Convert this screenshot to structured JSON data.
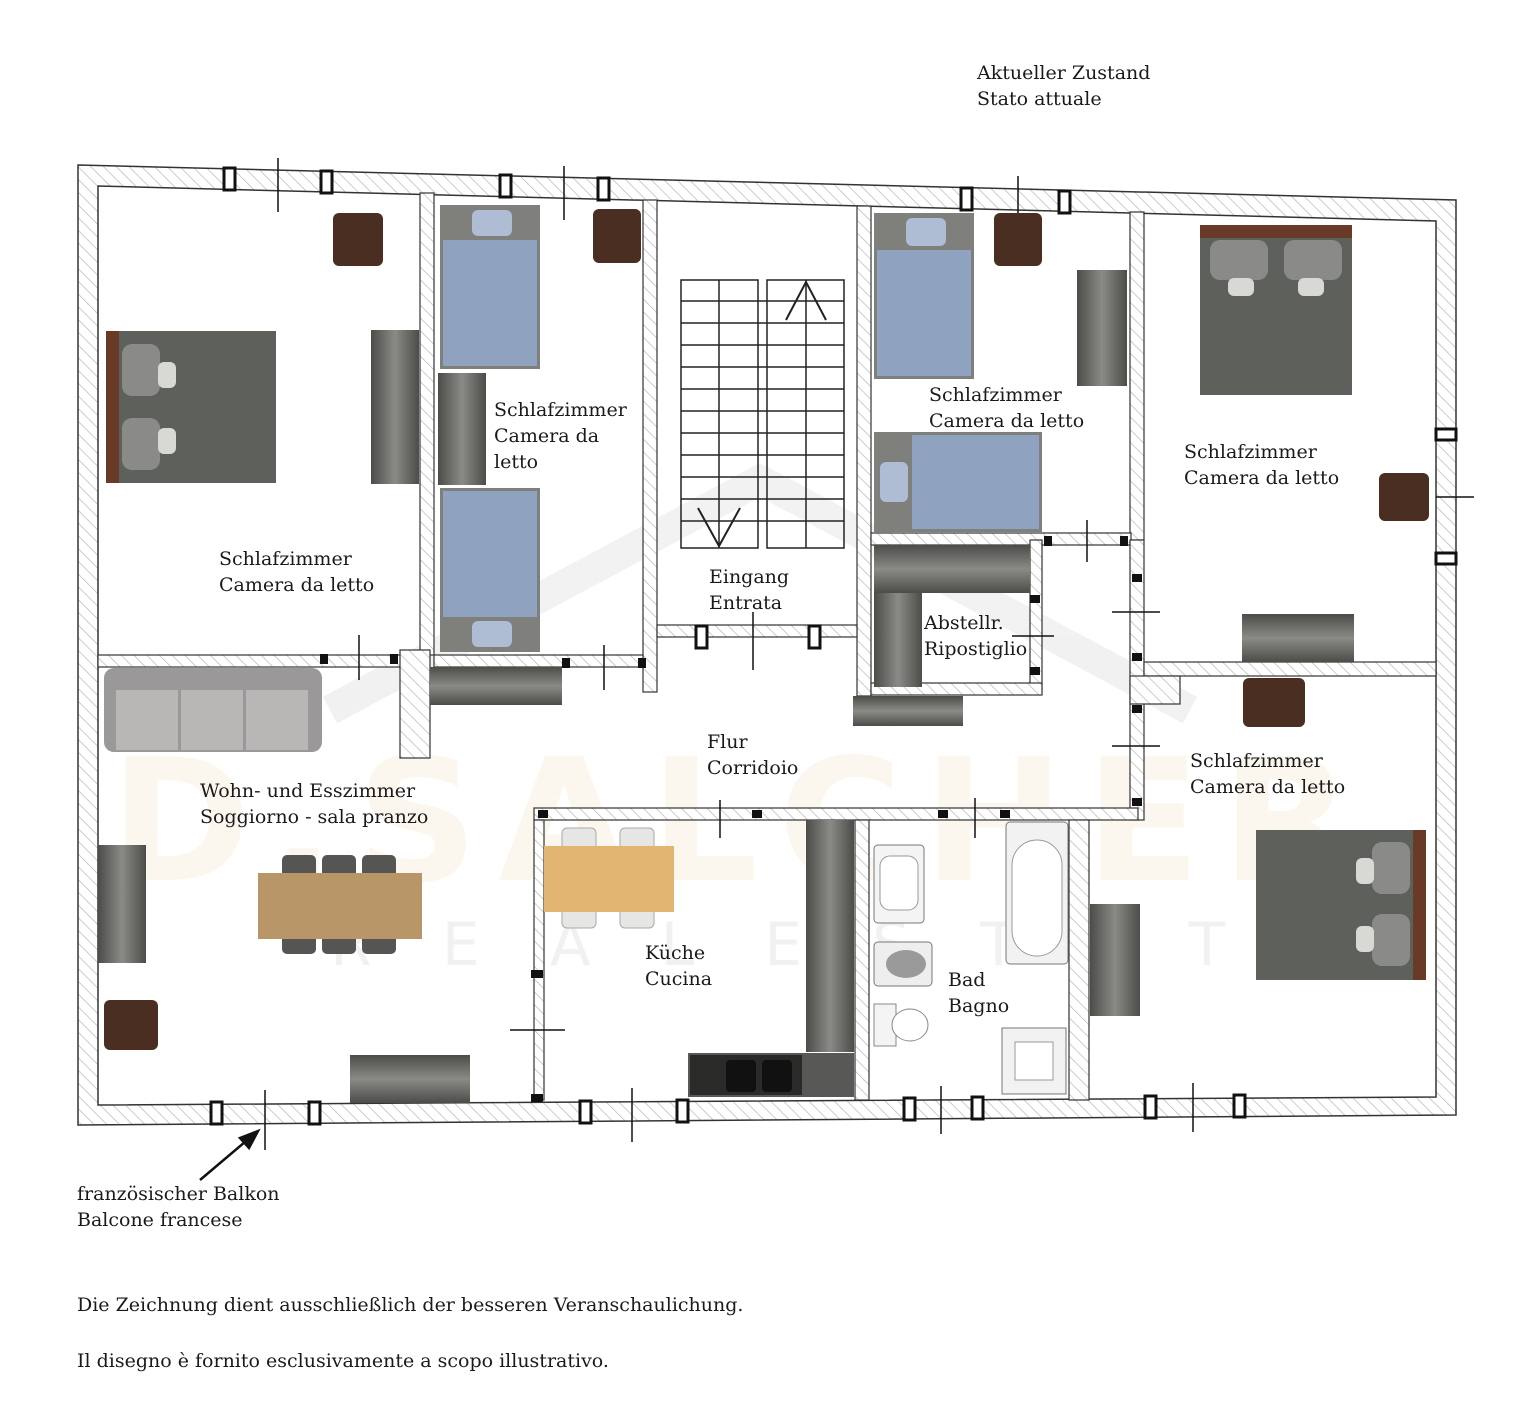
{
  "header": {
    "line1": "Aktueller Zustand",
    "line2": "Stato attuale"
  },
  "rooms": {
    "bedroom_1": {
      "line1": "Schlafzimmer",
      "line2": "Camera da letto"
    },
    "bedroom_2": {
      "line1": "Schlafzimmer",
      "line2": "Camera da",
      "line3": "letto"
    },
    "bedroom_3": {
      "line1": "Schlafzimmer",
      "line2": "Camera da letto"
    },
    "bedroom_4": {
      "line1": "Schlafzimmer",
      "line2": "Camera da letto"
    },
    "bedroom_5": {
      "line1": "Schlafzimmer",
      "line2": "Camera da letto"
    },
    "entrance": {
      "line1": "Eingang",
      "line2": "Entrata"
    },
    "storage": {
      "line1": "Abstellr.",
      "line2": "Ripostiglio"
    },
    "hallway": {
      "line1": "Flur",
      "line2": "Corridoio"
    },
    "living": {
      "line1": "Wohn- und Esszimmer",
      "line2": "Soggiorno - sala pranzo"
    },
    "kitchen": {
      "line1": "Küche",
      "line2": "Cucina"
    },
    "bath": {
      "line1": "Bad",
      "line2": "Bagno"
    }
  },
  "balcony": {
    "line1": "französischer Balkon",
    "line2": "Balcone francese"
  },
  "disclaimer": {
    "de": "Die Zeichnung dient ausschließlich der besseren Veranschaulichung.",
    "it": "Il disegno è fornito esclusivamente a scopo illustrativo."
  },
  "colors": {
    "wall_hatch": "#bdbdbd",
    "bed_grey": "#5e605c",
    "bed_blue": "#8fa2c0",
    "armchair": "#4a2e22",
    "cabinet": "#6e6e6a",
    "table_wood": "#b99668",
    "kitchen_table": "#e2b572"
  }
}
